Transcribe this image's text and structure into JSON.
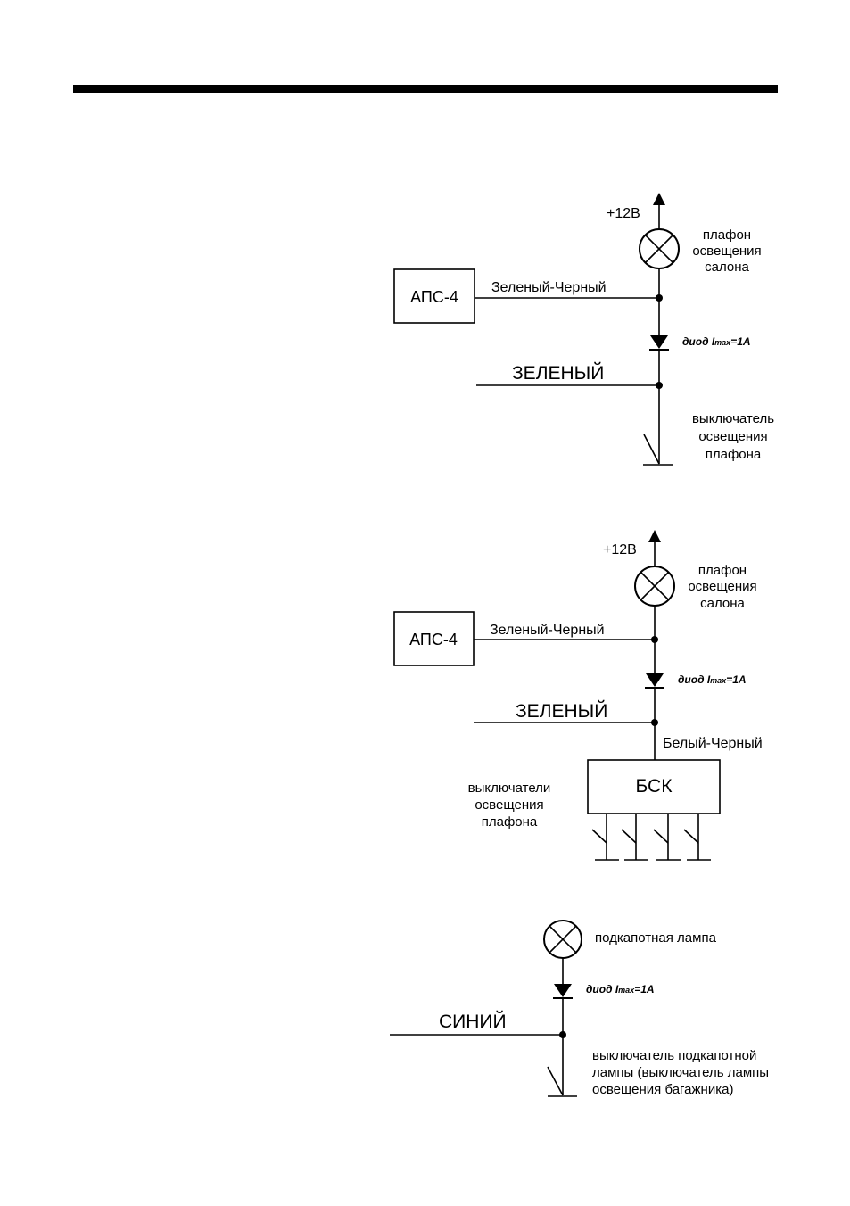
{
  "diagram1": {
    "supply": "+12В",
    "lamp_label": [
      "плафон",
      "освещения",
      "салона"
    ],
    "unit": "АПС-4",
    "wire_unit": "Зеленый-Черный",
    "diode_label": "диод I",
    "diode_sub": "max",
    "diode_value": "=1A",
    "wire_main": "ЗЕЛЕНЫЙ",
    "switch_label": [
      "выключатель",
      "освещения",
      "плафона"
    ]
  },
  "diagram2": {
    "supply": "+12В",
    "lamp_label": [
      "плафон",
      "освещения",
      "салона"
    ],
    "unit": "АПС-4",
    "wire_unit": "Зеленый-Черный",
    "diode_label": "диод I",
    "diode_sub": "max",
    "diode_value": "=1A",
    "wire_main": "ЗЕЛЕНЫЙ",
    "wire_bsk": "Белый-Черный",
    "bsk": "БСК",
    "switch_label": [
      "выключатели",
      "освещения",
      "плафона"
    ]
  },
  "diagram3": {
    "lamp_label": "подкапотная лампа",
    "diode_label": "диод I",
    "diode_sub": "max",
    "diode_value": "=1A",
    "wire_main": "СИНИЙ",
    "switch_label": [
      "выключатель подкапотной",
      "лампы (выключатель лампы",
      "освещения багажника)"
    ]
  }
}
